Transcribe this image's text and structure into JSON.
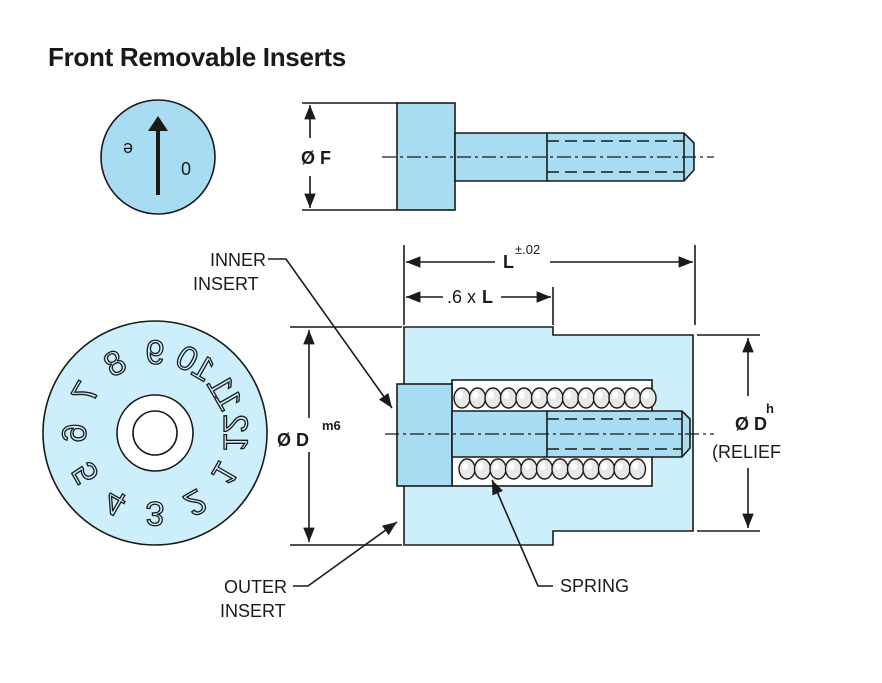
{
  "title": "Front Removable Inserts",
  "dimensions": {
    "diam_f": "Ø F",
    "length_l": "L",
    "length_tol": "±.02",
    "six_l_prefix": ".6 x",
    "six_l_l": "L",
    "diam_d_left": "Ø D",
    "diam_d_left_sup": "m6",
    "diam_d_right": "Ø D",
    "diam_d_right_sup": "h",
    "relief": "(RELIEF"
  },
  "labels": {
    "inner_line1": "INNER",
    "inner_line2": "INSERT",
    "outer_line1": "OUTER",
    "outer_line2": "INSERT",
    "spring": "SPRING"
  },
  "small_dial": {
    "left_glyph": "e",
    "right_glyph": "0"
  },
  "dial_numerals": [
    "10",
    "11",
    "12",
    "1",
    "2",
    "3",
    "4",
    "5",
    "6",
    "7",
    "8",
    "9"
  ],
  "colors": {
    "body": "#a8dcf2",
    "light": "#cdeefb",
    "line": "#1a1a1a"
  }
}
